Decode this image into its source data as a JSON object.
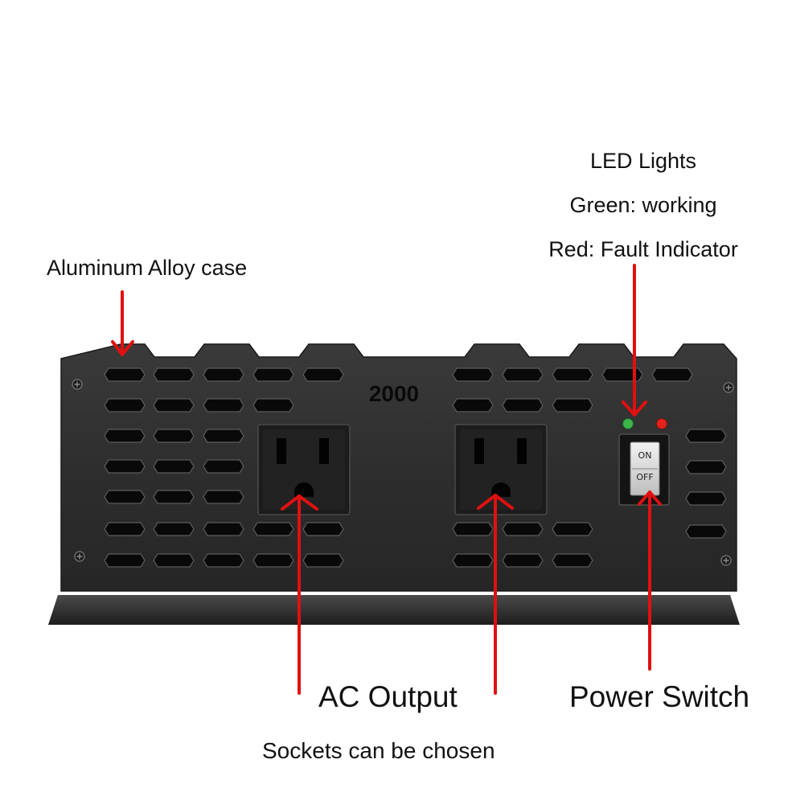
{
  "device": {
    "model_text": "2000",
    "switch_on": "ON",
    "switch_off": "OFF"
  },
  "labels": {
    "case": "Aluminum Alloy case",
    "led_title": "LED Lights",
    "led_green": "Green: working",
    "led_red": "Red: Fault Indicator",
    "ac_output": "AC Output",
    "power_switch": "Power Switch",
    "sockets_note": "Sockets can be chosen"
  },
  "colors": {
    "arrow": "#e01010",
    "led_green": "#3bb54a",
    "led_red": "#e2231a",
    "case_dark": "#2c2c2c"
  }
}
